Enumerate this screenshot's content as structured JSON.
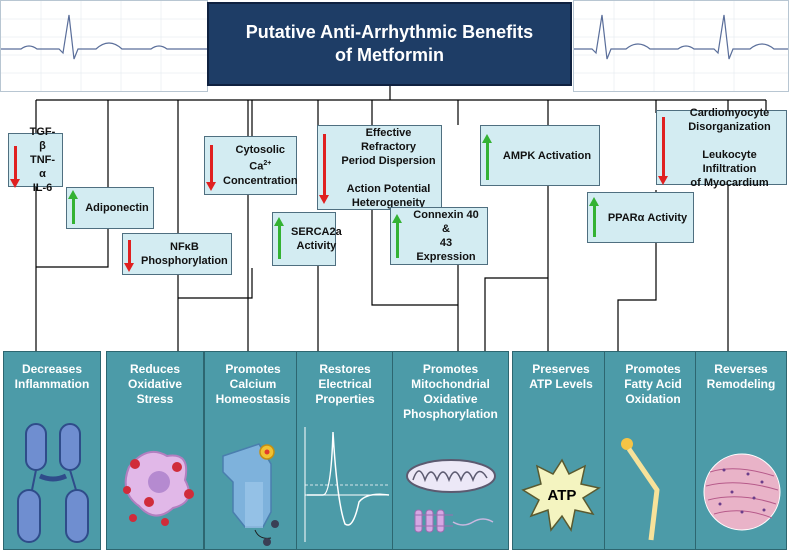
{
  "title": "Putative Anti-Arrhythmic Benefits\nof Metformin",
  "mechanisms": {
    "tgf": "TGF-β\nTNF-α\nIL-6",
    "adiponectin": "Adiponectin",
    "nfkb": "NFκB\nPhosphorylation",
    "calcium_main": "Cytosolic Ca",
    "calcium_sup": "2+",
    "calcium_rest": "Concentration",
    "serca": "SERCA2a\nActivity",
    "erp": "Effective Refractory\nPeriod Dispersion\n\nAction Potential\nHeterogeneity",
    "connexin": "Connexin 40 &\n43 Expression",
    "ampk": "AMPK Activation",
    "ppar": "PPARα Activity",
    "cardio": "Cardiomyocyte\nDisorganization\n\nLeukocyte Infiltration\nof Myocardium"
  },
  "arrows": {
    "tgf": "down",
    "adiponectin": "up",
    "nfkb": "down",
    "calcium": "down",
    "serca": "up",
    "erp": "down",
    "connexin": "up",
    "ampk": "up",
    "ppar": "up",
    "cardio": "down"
  },
  "outcomes": [
    {
      "label": "Decreases\nInflammation",
      "icon": "chromosome-icon"
    },
    {
      "label": "Reduces\nOxidative\nStress",
      "icon": "oxidative-cell-icon"
    },
    {
      "label": "Promotes\nCalcium\nHomeostasis",
      "icon": "calcium-channel-icon"
    },
    {
      "label": "Restores\nElectrical\nProperties",
      "icon": "action-potential-icon"
    },
    {
      "label": "Promotes\nMitochondrial\nOxidative\nPhosphorylation",
      "icon": "mitochondrion-icon"
    },
    {
      "label": "Preserves\nATP Levels",
      "icon": "atp-burst-icon"
    },
    {
      "label": "Promotes\nFatty Acid\nOxidation",
      "icon": "fatty-acid-icon"
    },
    {
      "label": "Reverses\nRemodeling",
      "icon": "tissue-histology-icon"
    }
  ],
  "atp_text": "ATP",
  "colors": {
    "title_bg": "#1e3d66",
    "mechanism_bg": "#d3ecf2",
    "panel_bg": "#4c9ba8",
    "up_arrow": "#34b233",
    "down_arrow": "#e02020"
  }
}
